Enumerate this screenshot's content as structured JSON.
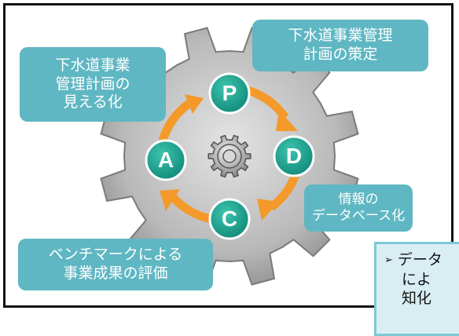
{
  "colors": {
    "callout_bg": "#5fb7c3",
    "node_fill": "#1aa38f",
    "arrow": "#f39a2b",
    "gear": "#b8b8b8",
    "note_bg": "#d9eef3",
    "note_border": "#7dc8d6"
  },
  "cycle": {
    "nodes": [
      {
        "id": "plan",
        "letter": "P"
      },
      {
        "id": "do",
        "letter": "D"
      },
      {
        "id": "check",
        "letter": "C"
      },
      {
        "id": "act",
        "letter": "A"
      }
    ]
  },
  "callouts": {
    "visualization": {
      "lines": [
        "下水道事業",
        "管理計画の",
        "見える化"
      ]
    },
    "planning": {
      "lines": [
        "下水道事業管理",
        "計画の策定"
      ]
    },
    "database": {
      "lines": [
        "情報の",
        "データベース化"
      ]
    },
    "benchmark": {
      "lines": [
        "ベンチマークによる",
        "事業成果の評価"
      ]
    }
  },
  "note": {
    "bullet": "➢",
    "lines": [
      "データ",
      "によ",
      "知化"
    ]
  }
}
